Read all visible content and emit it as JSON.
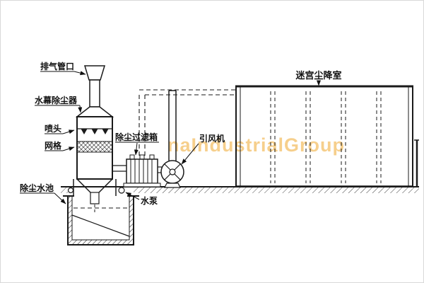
{
  "diagram": {
    "watermark": "naIndustrialGroup",
    "colors": {
      "line": "#1a1a1a",
      "watermark": "#f0a830",
      "background": "#ffffff"
    },
    "labels": {
      "exhaust_outlet": "排气管口",
      "water_curtain_duster": "水幕除尘器",
      "spray_nozzle": "喷头",
      "mesh_grid": "网格",
      "dust_water_pool": "除尘水池",
      "dust_filter_box": "除尘过滤箱",
      "water_pump": "水泵",
      "induced_draft_fan": "引风机",
      "labyrinth_chamber": "迷宫尘降室"
    }
  }
}
